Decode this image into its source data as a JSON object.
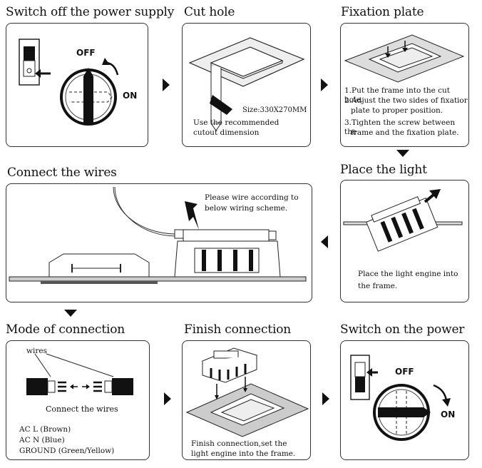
{
  "steps": {
    "s1": {
      "title": "Switch off the power supply",
      "off": "OFF",
      "on": "ON"
    },
    "s2": {
      "title": "Cut hole",
      "size": "Size:330X270MM",
      "note1": "Use the recommended",
      "note2": "cutout dimension"
    },
    "s3": {
      "title": "Fixation plate",
      "lines": [
        "1.Put the frame into the cut hole.",
        "2.Adjust the two sides of fixatior",
        "plate to proper position.",
        "3.Tighten the screw between the",
        "frame and the fixation plate."
      ]
    },
    "s4": {
      "title": "Place the light",
      "note1": "Place the light engine into",
      "note2": "the frame."
    },
    "s5": {
      "title": "Connect the wires",
      "note1": "Please wire according to",
      "note2": "below wiring scheme."
    },
    "s6": {
      "title": "Mode of connection",
      "wires": "wires",
      "connect": "Connect the wires",
      "l1": "AC L (Brown)",
      "l2": "AC N (Blue)",
      "l3": "GROUND (Green/Yellow)"
    },
    "s7": {
      "title": "Finish connection",
      "note1": "Finish connection,set the",
      "note2": "light engine into the frame."
    },
    "s8": {
      "title": "Switch on the power",
      "off": "OFF",
      "on": "ON"
    }
  }
}
